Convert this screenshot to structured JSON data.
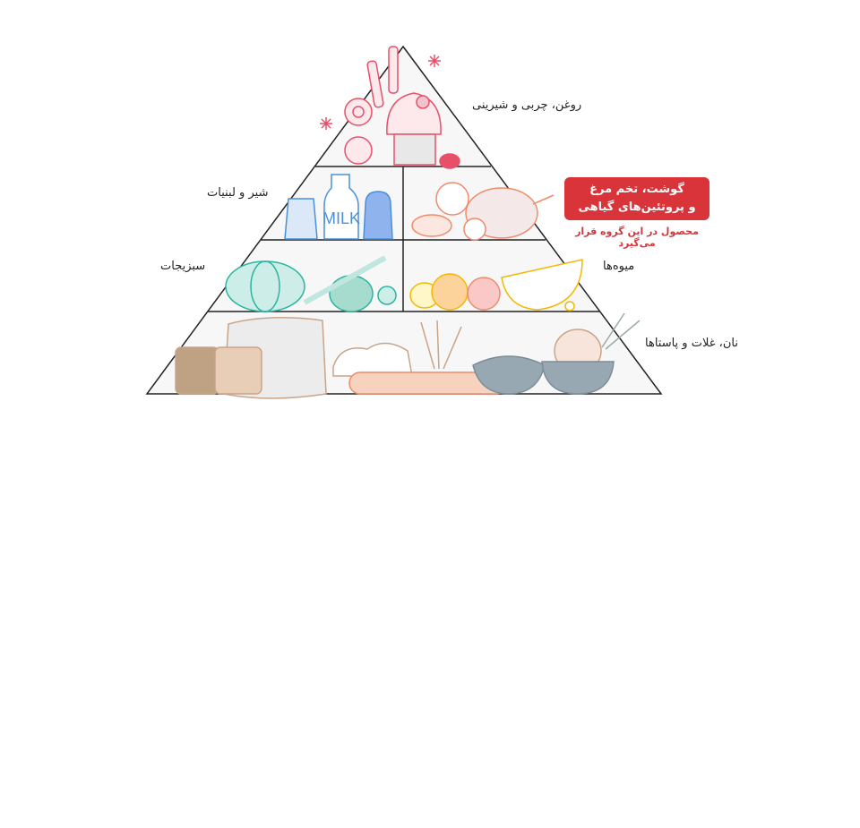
{
  "pyramid": {
    "levels": [
      {
        "label": "روغن، چربی و شیرینی"
      },
      {
        "label": "شیر و لبنیات"
      },
      {
        "label": "گوشت، تخم مرغ و پروتئین‌های گیاهی",
        "line1": "گوشت، تخم مرغ",
        "line2": "و پروتئین‌های گیاهی",
        "highlighted": true
      },
      {
        "label": "سبزیجات"
      },
      {
        "label": "میوه‌ها"
      },
      {
        "label": "نان، غلات و پاستاها"
      }
    ],
    "milk_text": "MILK",
    "note": "محصول در این گروه قرار می‌گیرد",
    "colors": {
      "highlight": "#d9343a",
      "sweets": "#e8506a",
      "dairy": "#4a90d9",
      "protein": "#f08a6a",
      "veg": "#2bb5a0",
      "fruit": "#f5b700",
      "grain": "#c8a48a"
    }
  }
}
